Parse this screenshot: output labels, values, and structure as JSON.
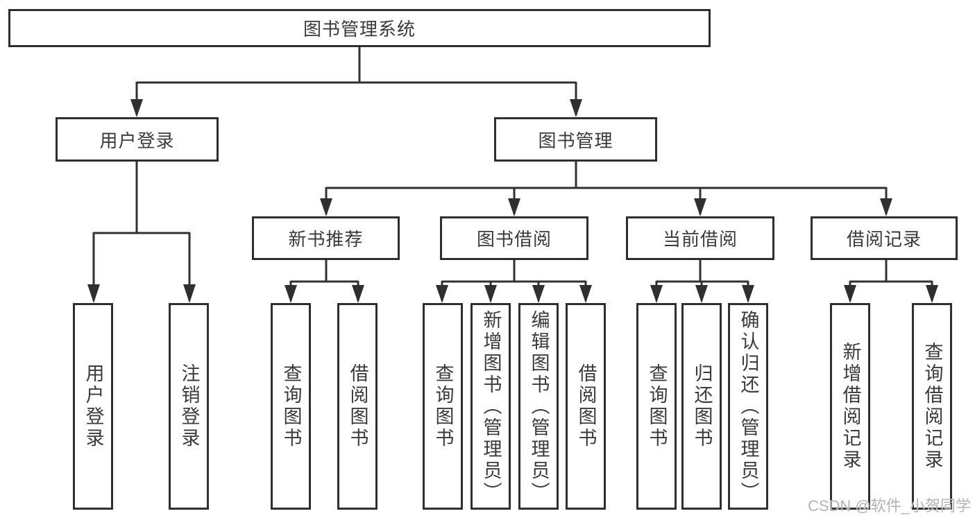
{
  "diagram": {
    "root": {
      "label": "图书管理系统",
      "children": [
        {
          "label": "用户登录",
          "children": [
            {
              "label": "用户登录"
            },
            {
              "label": "注销登录"
            }
          ]
        },
        {
          "label": "图书管理",
          "children": [
            {
              "label": "新书推荐",
              "children": [
                {
                  "label": "查询图书"
                },
                {
                  "label": "借阅图书"
                }
              ]
            },
            {
              "label": "图书借阅",
              "children": [
                {
                  "label": "查询图书"
                },
                {
                  "label": "新增图书（管理员）"
                },
                {
                  "label": "编辑图书（管理员）"
                },
                {
                  "label": "借阅图书"
                }
              ]
            },
            {
              "label": "当前借阅",
              "children": [
                {
                  "label": "查询图书"
                },
                {
                  "label": "归还图书"
                },
                {
                  "label": "确认归还（管理员）"
                }
              ]
            },
            {
              "label": "借阅记录",
              "children": [
                {
                  "label": "新增借阅记录"
                },
                {
                  "label": "查询借阅记录"
                }
              ]
            }
          ]
        }
      ]
    }
  },
  "colors": {
    "line": "#303030",
    "box_border": "#2f2f2f",
    "text": "#3a3a3a",
    "watermark": "#b3b3b3"
  },
  "watermark": {
    "text": "CSDN @软件_小贺同学"
  }
}
